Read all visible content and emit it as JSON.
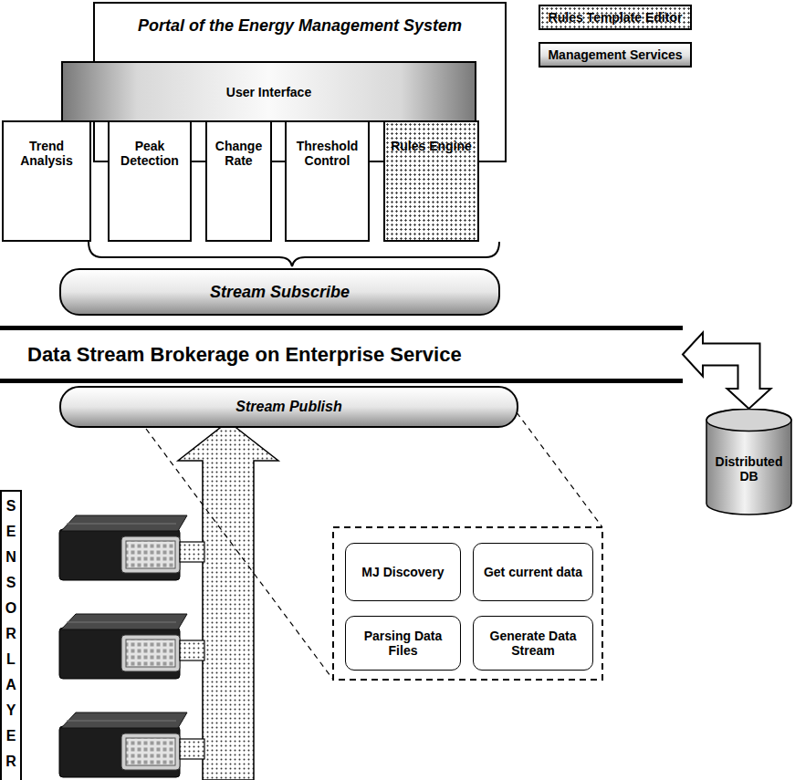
{
  "diagram": {
    "nodes": [
      {
        "text": [
          "Portal of the Energy Management System"
        ]
      },
      {
        "text": [
          "User Interface"
        ],
        "in": 0
      },
      {
        "text": [
          "Rules Template Editor"
        ]
      },
      {
        "text": [
          "Management Services"
        ]
      },
      {
        "text": [
          "Trend Analysis"
        ]
      },
      {
        "text": [
          "Peak Detection"
        ]
      },
      {
        "text": [
          "Change Rate"
        ]
      },
      {
        "text": [
          "Threshold Control"
        ]
      },
      {
        "text": [
          "Rules Engine"
        ]
      },
      {
        "text": [
          "Stream Subscribe"
        ]
      },
      {
        "text": [
          "Data Stream Brokerage on Enterprise Service"
        ]
      },
      {
        "text": [
          "Stream Publish"
        ]
      },
      {
        "text": [
          "Distributed DB"
        ]
      },
      {
        "text": [
          "SENSOR LAYER"
        ]
      },
      {
        "text": [
          "MJ Discovery"
        ]
      },
      {
        "text": [
          "Get current data"
        ]
      },
      {
        "text": [
          "Parsing Data Files"
        ]
      },
      {
        "text": [
          "Generate Data Stream"
        ]
      }
    ],
    "edges": [
      {
        "from": 12,
        "to": 10,
        "arrow": "both"
      }
    ]
  }
}
